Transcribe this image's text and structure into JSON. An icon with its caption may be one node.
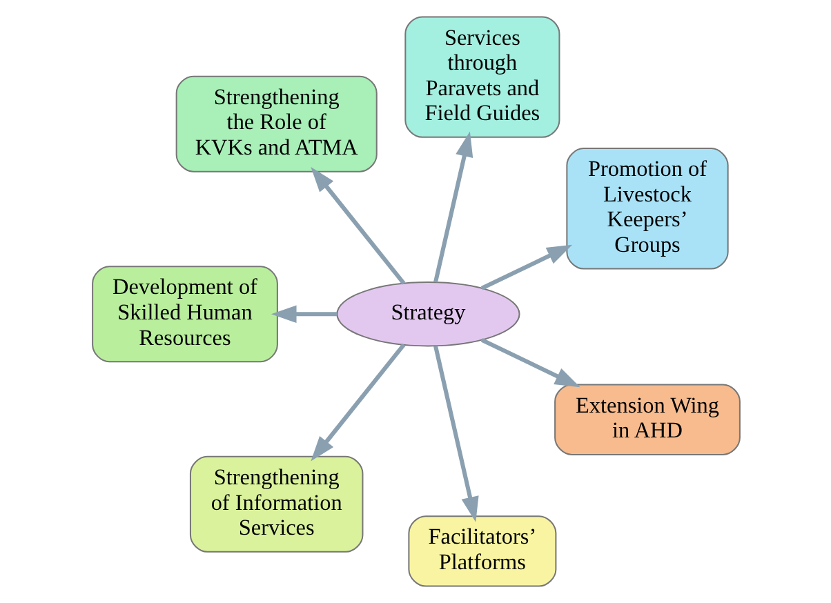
{
  "diagram": {
    "nodes": [
      {
        "text": [
          "Strategy"
        ]
      },
      {
        "text": [
          "Promotion of Livestock Keepers’ Groups"
        ]
      },
      {
        "text": [
          "Services through Paravets and Field Guides"
        ]
      },
      {
        "text": [
          "Strengthening the Role of KVKs and ATMA"
        ]
      },
      {
        "text": [
          "Development of Skilled Human Resources"
        ]
      },
      {
        "text": [
          "Strengthening of Information Services"
        ]
      },
      {
        "text": [
          "Facilitators’ Platforms"
        ]
      },
      {
        "text": [
          "Extension Wing in AHD"
        ]
      }
    ],
    "edges": [
      {
        "from": 0,
        "to": 1,
        "arrow": "to"
      },
      {
        "from": 0,
        "to": 2,
        "arrow": "to"
      },
      {
        "from": 0,
        "to": 3,
        "arrow": "to"
      },
      {
        "from": 0,
        "to": 4,
        "arrow": "to"
      },
      {
        "from": 0,
        "to": 5,
        "arrow": "to"
      },
      {
        "from": 0,
        "to": 6,
        "arrow": "to"
      },
      {
        "from": 0,
        "to": 7,
        "arrow": "to"
      }
    ]
  }
}
